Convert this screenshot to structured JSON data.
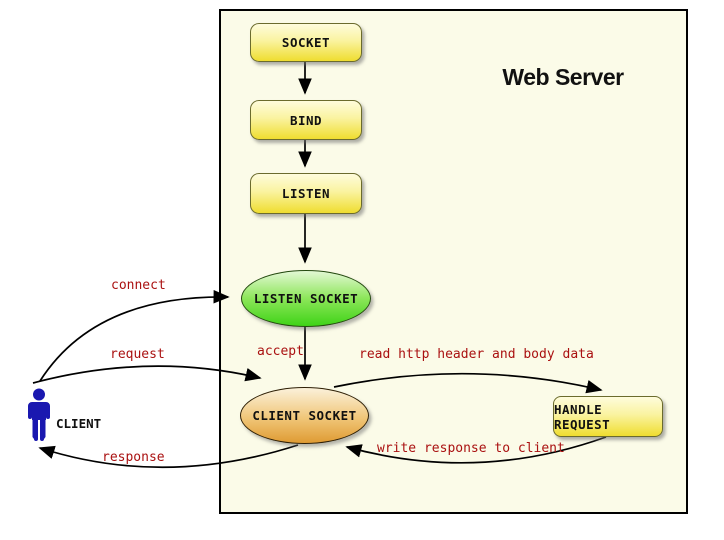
{
  "title": "Web Server",
  "nodes": {
    "socket": "SOCKET",
    "bind": "BIND",
    "listen": "LISTEN",
    "listen_socket": "LISTEN SOCKET",
    "client_socket": "CLIENT SOCKET",
    "handle_request": "HANDLE REQUEST"
  },
  "actor": {
    "label": "CLIENT"
  },
  "edge_labels": {
    "connect": "connect",
    "request": "request",
    "response": "response",
    "accept": "accept",
    "read_http": "read http header and body data",
    "write_response": "write response to client"
  },
  "colors": {
    "canvas": "#ffffff",
    "server_box_bg": "#fbfbe8",
    "server_box_border": "#000000",
    "process_box_top": "#fefcdc",
    "process_box_bottom": "#efdd30",
    "listen_socket_top": "#e3f8d5",
    "listen_socket_bottom": "#3fd317",
    "client_socket_top": "#fbf1da",
    "client_socket_bottom": "#df9b33",
    "edge_label_text": "#aa1111",
    "node_text": "#111111",
    "actor_icon": "#1a18b0",
    "arrow": "#000000"
  }
}
